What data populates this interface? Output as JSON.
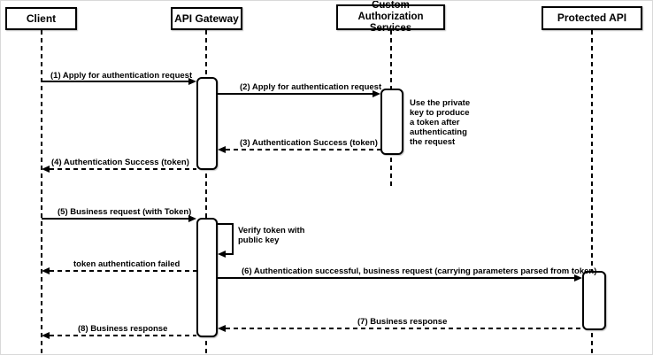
{
  "diagram": {
    "type": "sequence-diagram",
    "colors": {
      "line": "#000000",
      "fill": "#ffffff",
      "text": "#000000",
      "background": "#ffffff"
    },
    "participants": [
      {
        "label": "Client"
      },
      {
        "label": "API Gateway"
      },
      {
        "label": "Custom Authorization Services"
      },
      {
        "label": "Protected API"
      }
    ],
    "messages": [
      {
        "label": "(1) Apply for authentication request",
        "from": "Client",
        "to": "API Gateway",
        "line_style": "solid"
      },
      {
        "label": "(2) Apply for authentication request",
        "from": "API Gateway",
        "to": "Custom Authorization Services",
        "line_style": "solid"
      },
      {
        "label": "(3) Authentication Success (token)",
        "from": "Custom Authorization Services",
        "to": "API Gateway",
        "line_style": "dashed"
      },
      {
        "label": "(4) Authentication Success (token)",
        "from": "API Gateway",
        "to": "Client",
        "line_style": "dashed"
      },
      {
        "label": "(5) Business request (with Token)",
        "from": "Client",
        "to": "API Gateway",
        "line_style": "solid"
      },
      {
        "label": "token authentication failed",
        "from": "API Gateway",
        "to": "Client",
        "line_style": "dashed"
      },
      {
        "label": "(6) Authentication successful, business request (carrying parameters parsed from token)",
        "from": "API Gateway",
        "to": "Protected API",
        "line_style": "solid"
      },
      {
        "label": "(7) Business response",
        "from": "Protected API",
        "to": "API Gateway",
        "line_style": "dashed"
      },
      {
        "label": "(8) Business response",
        "from": "API Gateway",
        "to": "Client",
        "line_style": "dashed"
      }
    ],
    "self_message": {
      "label": "Verify token with public key",
      "on": "API Gateway",
      "line_style": "solid"
    },
    "note": {
      "text": "Use the private key to produce a token after authenticating the request",
      "attached_to": "Custom Authorization Services"
    }
  }
}
